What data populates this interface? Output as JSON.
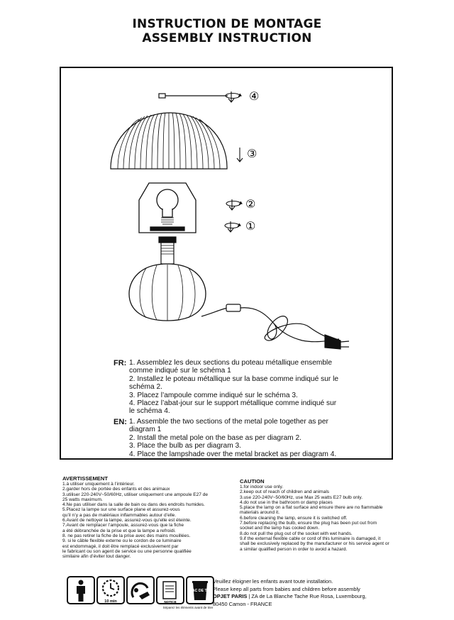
{
  "header": {
    "title_fr": "INSTRUCTION DE MONTAGE",
    "title_en": "ASSEMBLY INSTRUCTION"
  },
  "diagram": {
    "steps": [
      "④",
      "③",
      "②",
      "①"
    ]
  },
  "instructions_fr": {
    "label": "FR:",
    "lines": [
      "1. Assemblez les deux sections du poteau métallique ensemble",
      "comme indiqué sur le schéma 1",
      "2. Installez le poteau métallique sur la base comme indiqué sur le",
      "schéma 2.",
      "3. Placez l’ampoule comme indiqué sur le schéma 3.",
      "4. Placez l’abat-jour sur le support métallique comme indiqué sur",
      "le schéma 4."
    ]
  },
  "instructions_en": {
    "label": "EN:",
    "lines": [
      "1.  Assemble the two sections of the metal pole together as per",
      "diagram 1",
      "2. Install the metal pole on the base as per diagram 2.",
      "3. Place the bulb as per diagram 3.",
      "4. Place the lampshade over the metal bracket as per diagram 4."
    ]
  },
  "warning_fr": {
    "title": "AVERTISSEMENT",
    "lines": [
      "1.à utiliser uniquement à l’intérieur.",
      "2.garder hors de portée des enfants et des animaux",
      "3.utiliser 220-240V~50/60Hz, utiliser uniquement une ampoule E27 de",
      "25 watts maximum.",
      "4.Ne pas utiliser dans la salle de bain ou dans des endroits humides.",
      "5.Placez la lampe sur une surface plane et assurez-vous",
      "qu’il n’y a pas de matériaux inflammables autour d’elle.",
      "6.Avant de nettoyer la lampe, assurez-vous qu’elle est éteinte.",
      "7.Avant de remplacer l’ampoule, assurez-vous que la fiche",
      "a été débranchée de la prise et que la lampe a refroidi.",
      "8. ne pas retirer la fiche de la prise avec des mains mouillées.",
      "9. si le câble flexible externe ou le cordon de ce luminaire",
      "est endommagé, il doit être remplacé exclusivement par",
      "le fabricant ou son agent de service ou une personne qualifiée",
      "similaire afin d’éviter tout danger."
    ]
  },
  "warning_en": {
    "title": "CAUTION",
    "lines": [
      "1.for indoor use only.",
      "2.keep out of reach of children and animals",
      "3.use 220-240V~50/60Hz, use Max 25 watts E27 bulb only.",
      "4.do not use in the bathroom or damp places",
      "5.place the lamp on a flat surface and ensure there are no flammable",
      "materials around it.",
      "6.before cleaning the lamp, ensure it is switched off.",
      "7.before replacing the bulb, ensure the plug has been put out from",
      "socket and the lamp has cooled down.",
      "8.do not pull the plug out of the socket with wet hands.",
      "9.if the external flexible cable or cord of this luminaire is damaged, it",
      "shall be exclusively replaced by the manufacturer or his service agent or",
      "a similar qualified person in order to avoid a hazard."
    ]
  },
  "icons": {
    "time_label": "10 min",
    "notice_label": "NOTICE",
    "recycle_text": "BAC DE TRI",
    "sort_caption": "Séparez les éléments avant de trier"
  },
  "footer": {
    "line1": "Veuillez éloigner les enfants avant toute installation.",
    "line2": "Please keep all parts from babies and children before assembly",
    "brand": "OPJET PARIS",
    "address_rest": " | ZA de La Blanche Tache Rue Rosa, Luxembourg,",
    "line4": "80450 Camon - FRANCE"
  }
}
